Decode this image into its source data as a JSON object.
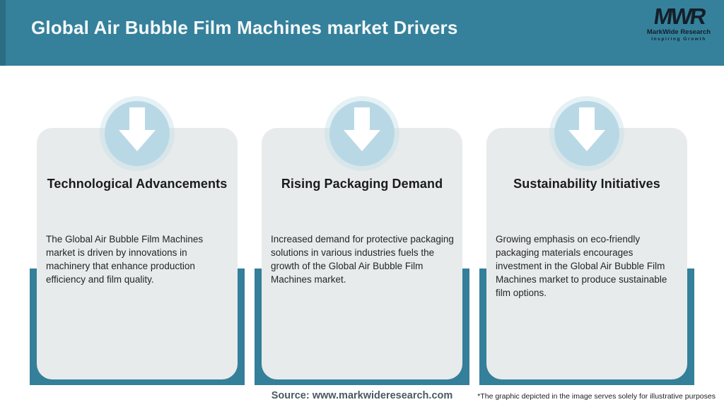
{
  "header": {
    "title": "Global Air Bubble Film Machines market Drivers",
    "logo": {
      "mark": "MWR",
      "name": "MarkWide Research",
      "tagline": "Inspiring Growth"
    }
  },
  "cards": [
    {
      "icon": "down-arrow-icon",
      "title": "Technological Advancements",
      "body": "The Global Air Bubble Film Machines market is driven by innovations in machinery that enhance production efficiency and film quality."
    },
    {
      "icon": "down-arrow-icon",
      "title": "Rising Packaging Demand",
      "body": "Increased demand for protective packaging solutions in various industries fuels the growth of the Global Air Bubble Film Machines market."
    },
    {
      "icon": "down-arrow-icon",
      "title": "Sustainability Initiatives",
      "body": "Growing emphasis on eco-friendly packaging materials encourages investment in the Global Air Bubble Film Machines market to produce sustainable film options."
    }
  ],
  "footer": {
    "source": "Source: www.markwideresearch.com",
    "disclaimer": "*The graphic depicted in the image serves solely for illustrative purposes"
  },
  "colors": {
    "header_teal": "#35819b",
    "tray_teal": "#347f99",
    "card_bg": "#e8ebeb",
    "badge_blue": "#b9d8e5",
    "title_text": "#f4f8f9",
    "source_text": "#4a5963"
  }
}
